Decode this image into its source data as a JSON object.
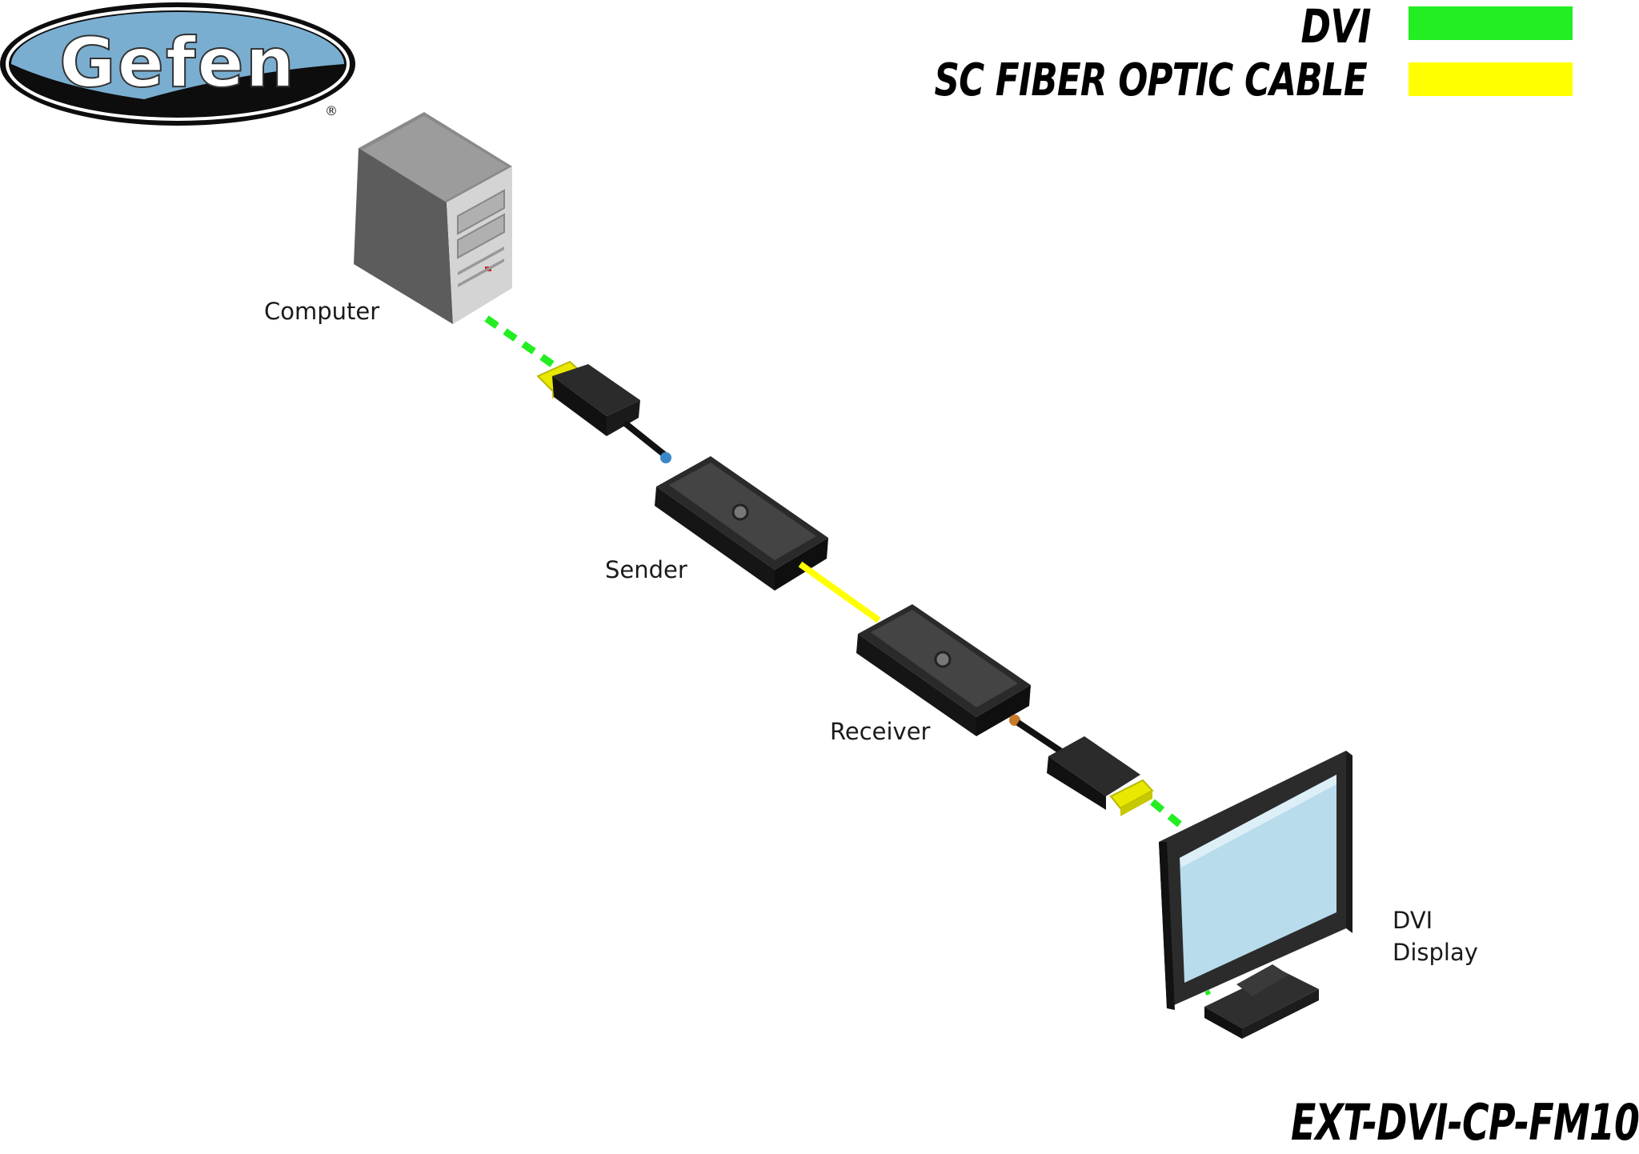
{
  "brand": {
    "logo_text": "Gefen",
    "registered_mark": "®"
  },
  "legend": [
    {
      "label": "DVI",
      "color": "#22ee22"
    },
    {
      "label": "SC FIBER OPTIC CABLE",
      "color": "#ffff00"
    }
  ],
  "devices": {
    "computer": "Computer",
    "sender": "Sender",
    "receiver": "Receiver",
    "display_line1": "DVI",
    "display_line2": "Display"
  },
  "model_number": "EXT-DVI-CP-FM10",
  "colors": {
    "dvi_cable": "#22ee22",
    "fiber_cable": "#ffff00",
    "device_body": "#1c1c1c",
    "screen": "#b8dcec"
  }
}
